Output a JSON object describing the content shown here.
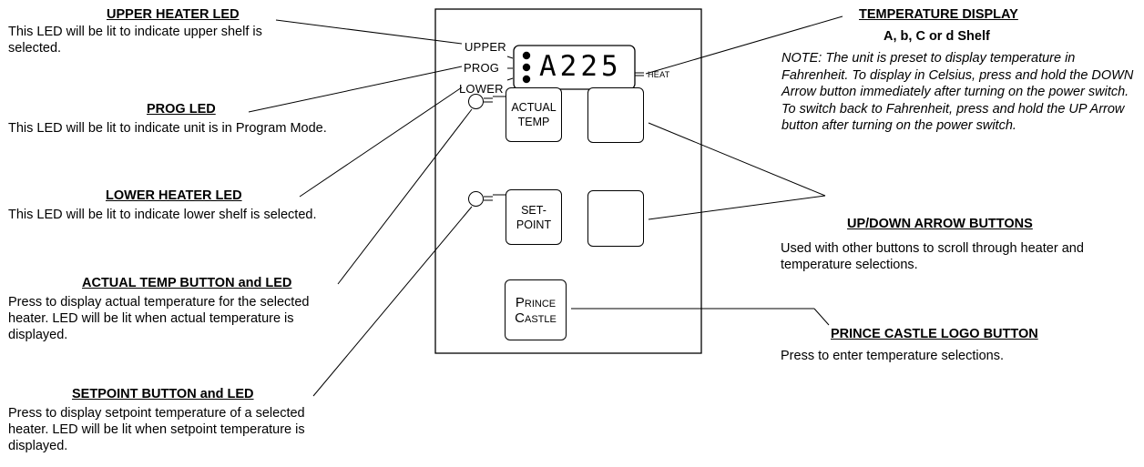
{
  "callouts": {
    "upper_heater": {
      "heading": "UPPER HEATER LED",
      "text": "This LED will be lit to indicate upper shelf is selected."
    },
    "prog": {
      "heading": "PROG LED",
      "text": "This LED will be lit to indicate unit is in Program Mode."
    },
    "lower_heater": {
      "heading": "LOWER HEATER LED",
      "text": "This LED will be lit to indicate lower shelf is selected."
    },
    "actual_temp": {
      "heading": "ACTUAL TEMP BUTTON and LED",
      "text": "Press to display actual temperature for the selected heater. LED will be lit when actual temperature is displayed."
    },
    "setpoint": {
      "heading": "SETPOINT BUTTON and LED",
      "text": "Press to display setpoint temperature of a selected heater. LED will be lit when setpoint temperature is displayed."
    },
    "temperature_display": {
      "heading": "TEMPERATURE DISPLAY",
      "subheading": "A, b, C or d Shelf",
      "note": "NOTE: The unit is preset to display temperature in Fahrenheit. To display in Celsius, press and hold the DOWN Arrow button immediately after turning on the power switch. To switch back to Fahrenheit, press and hold the UP Arrow button after turning on the power switch."
    },
    "arrow_buttons": {
      "heading": "UP/DOWN ARROW BUTTONS",
      "text": "Used with other buttons to scroll through heater and temperature selections."
    },
    "logo_button": {
      "heading": "PRINCE CASTLE LOGO BUTTON",
      "text": "Press to enter temperature selections."
    }
  },
  "panel": {
    "upper_label": "UPPER",
    "prog_label": "PROG",
    "lower_label": "LOWER",
    "display_value": "A225",
    "heat_label": "HEAT",
    "actual_line1": "ACTUAL",
    "actual_line2": "TEMP",
    "set_line1": "SET-",
    "set_line2": "POINT",
    "logo_line1": "Prince",
    "logo_line2": "Castle"
  }
}
